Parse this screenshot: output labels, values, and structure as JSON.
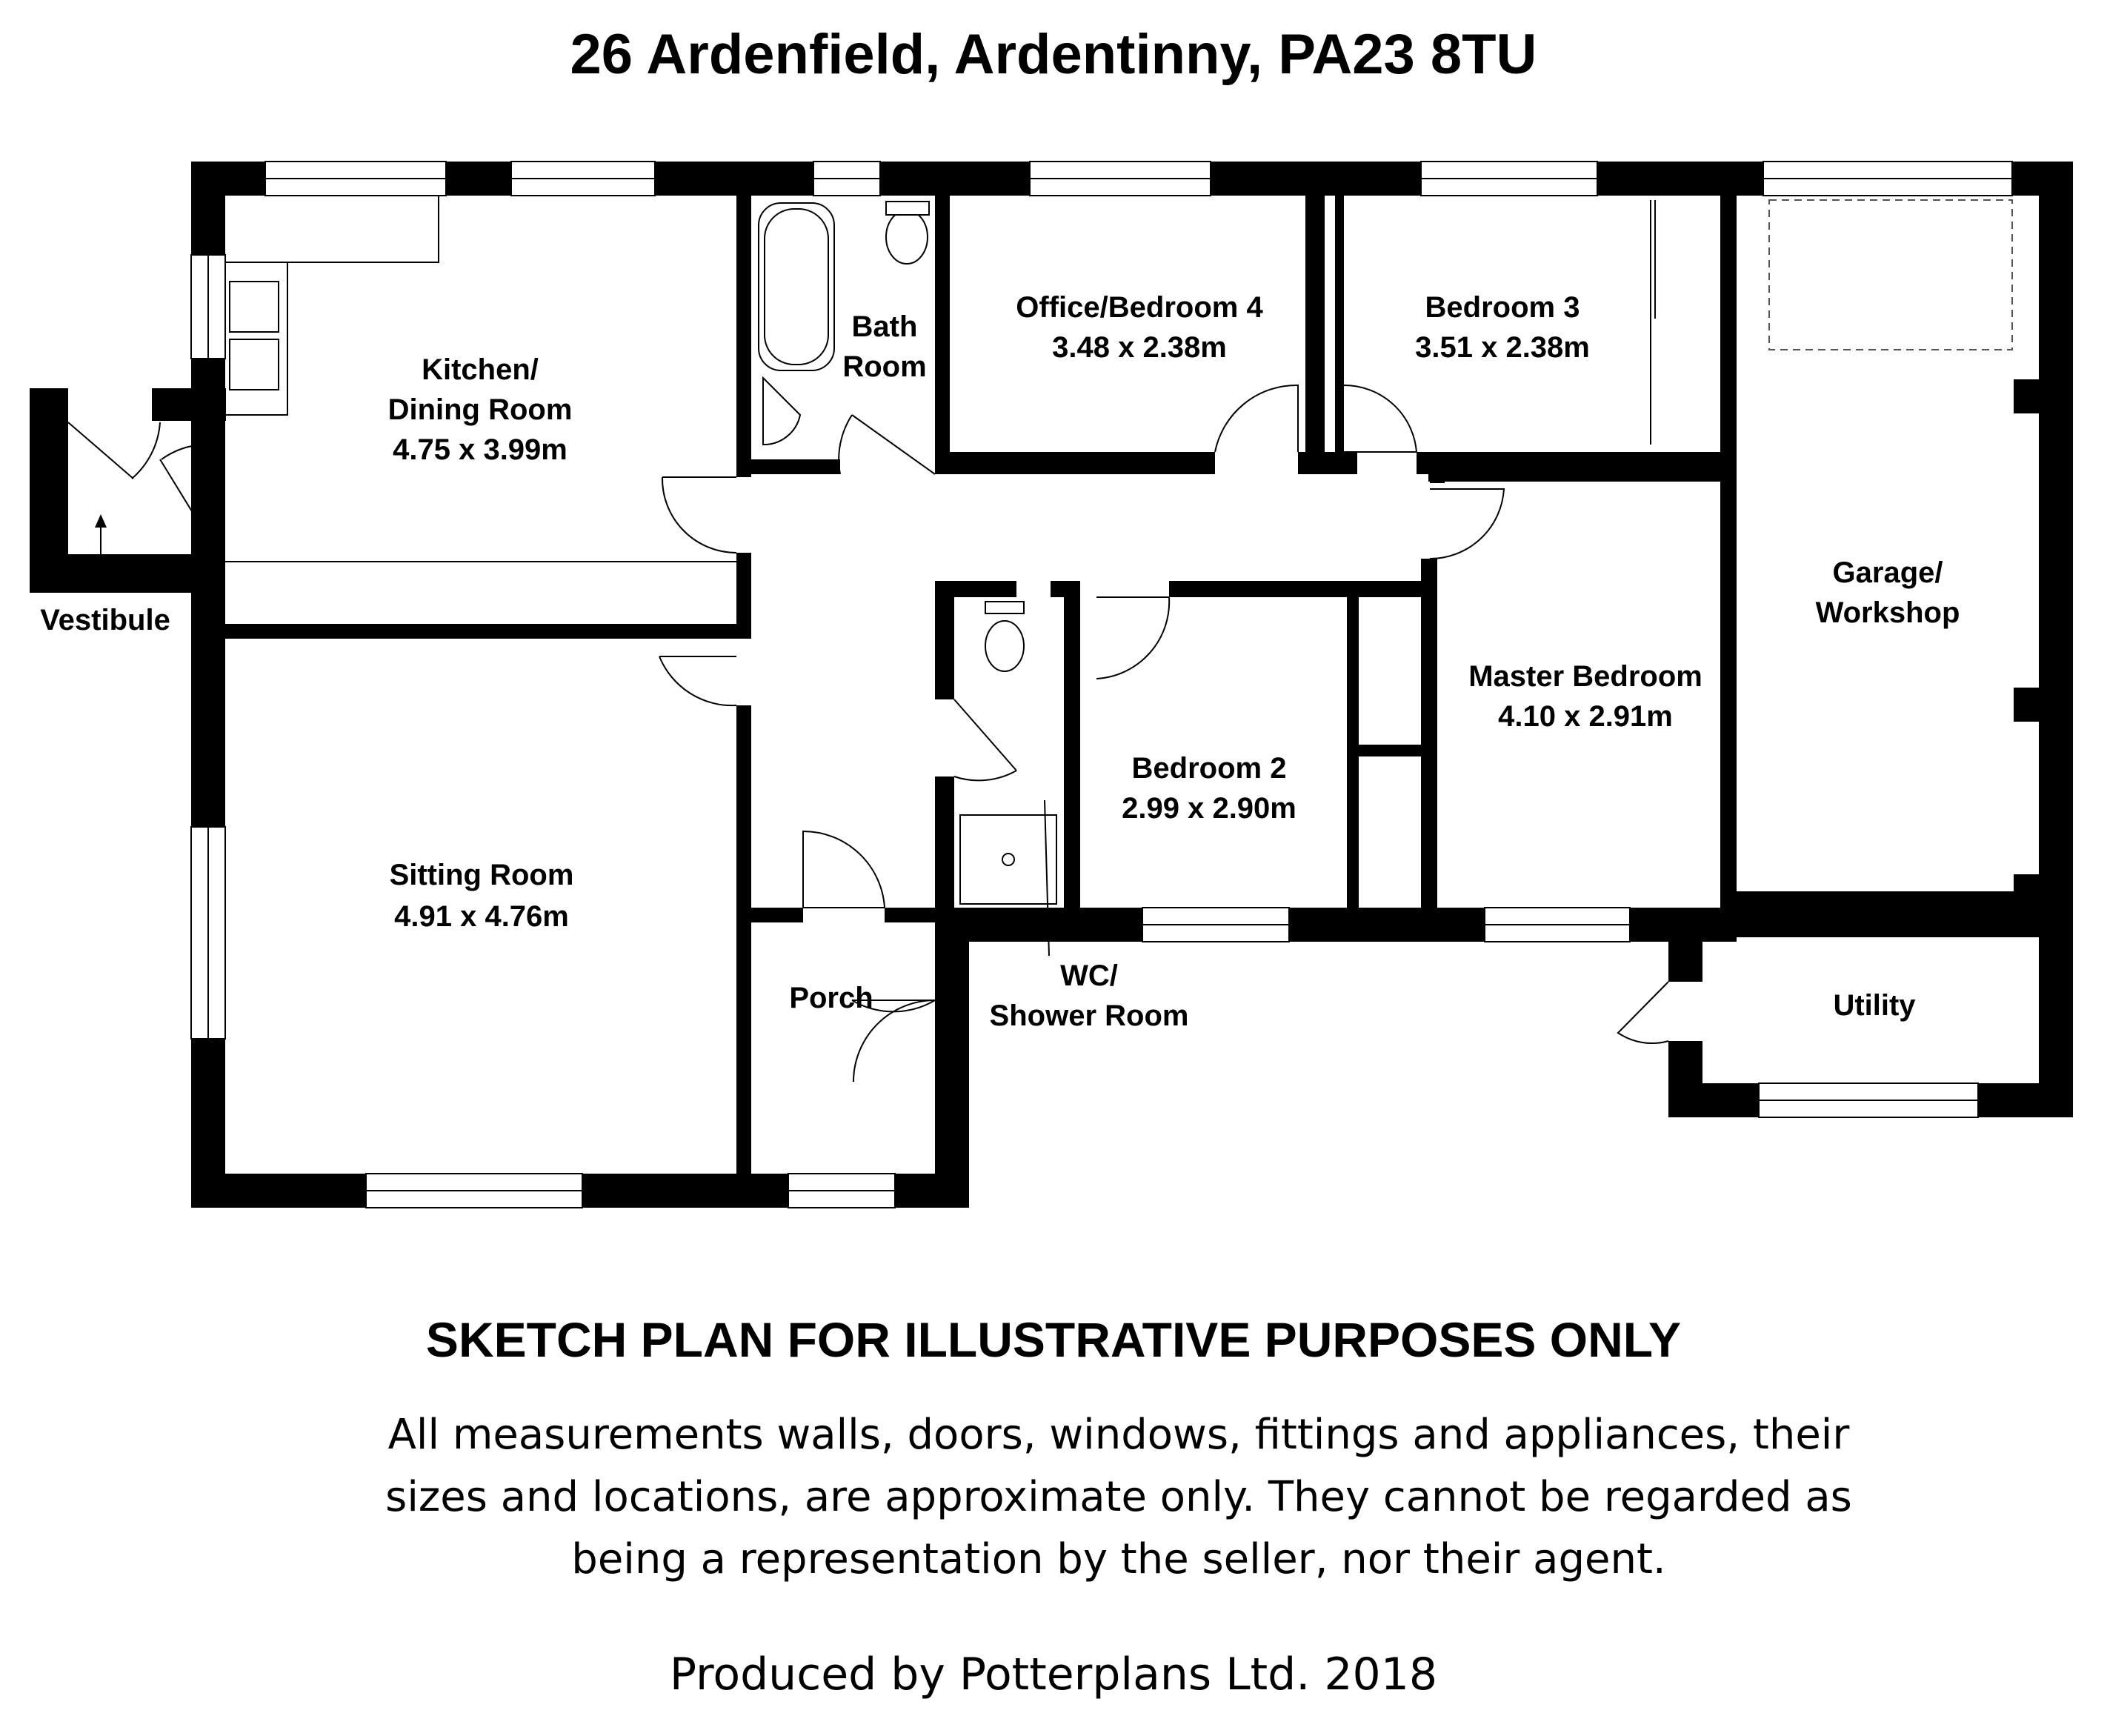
{
  "title": "26 Ardenfield, Ardentinny, PA23 8TU",
  "rooms": {
    "kitchen": {
      "name_line1": "Kitchen/",
      "name_line2": "Dining Room",
      "size": "4.75 x 3.99m"
    },
    "bathroom": {
      "name_line1": "Bath",
      "name_line2": "Room"
    },
    "office": {
      "name": "Office/Bedroom 4",
      "size": "3.48 x 2.38m"
    },
    "bedroom3": {
      "name": "Bedroom 3",
      "size": "3.51 x 2.38m"
    },
    "garage": {
      "name_line1": "Garage/",
      "name_line2": "Workshop"
    },
    "vestibule": {
      "name": "Vestibule"
    },
    "master": {
      "name": "Master Bedroom",
      "size": "4.10 x 2.91m"
    },
    "bedroom2": {
      "name": "Bedroom 2",
      "size": "2.99 x 2.90m"
    },
    "sitting": {
      "name": "Sitting Room",
      "size": "4.91 x 4.76m"
    },
    "porch": {
      "name": "Porch"
    },
    "wc": {
      "name_line1": "WC/",
      "name_line2": "Shower Room"
    },
    "utility": {
      "name": "Utility"
    }
  },
  "disclaimer": {
    "heading": "SKETCH PLAN FOR ILLUSTRATIVE PURPOSES ONLY",
    "line1": "All measurements walls, doors, windows, fittings and appliances, their",
    "line2": "sizes and locations, are approximate only. They cannot be regarded as",
    "line3": "being a representation by the seller, nor their agent."
  },
  "credit": "Produced by Potterplans Ltd. 2018"
}
